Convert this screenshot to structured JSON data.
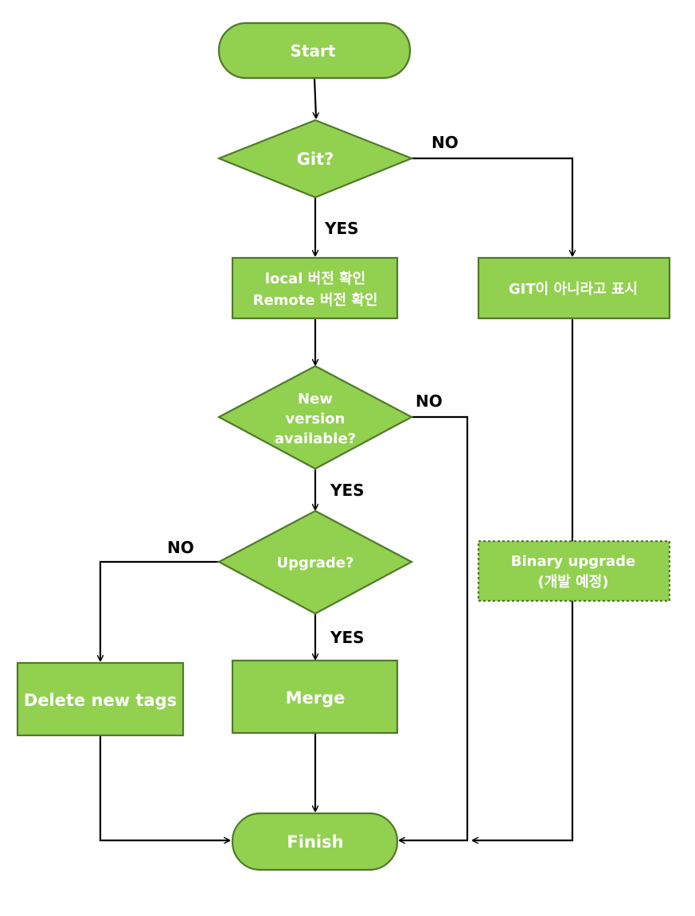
{
  "nodes": {
    "start": "Start",
    "git_check": "Git?",
    "check_versions_line1": "local 버전 확인",
    "check_versions_line2": "Remote 버전 확인",
    "not_git": "GIT이 아니라고 표시",
    "new_version_line1": "New",
    "new_version_line2": "version",
    "new_version_line3": "available?",
    "upgrade_check": "Upgrade?",
    "binary_upgrade_line1": "Binary upgrade",
    "binary_upgrade_line2": "(개발 예정)",
    "delete_tags": "Delete new tags",
    "merge": "Merge",
    "finish": "Finish"
  },
  "edge_labels": {
    "git_no": "NO",
    "git_yes": "YES",
    "new_version_no": "NO",
    "new_version_yes": "YES",
    "upgrade_no": "NO",
    "upgrade_yes": "YES"
  },
  "colors": {
    "node_fill": "#92d050",
    "node_border": "#4f7a28",
    "node_text": "#ffffff",
    "edge": "#000000"
  }
}
